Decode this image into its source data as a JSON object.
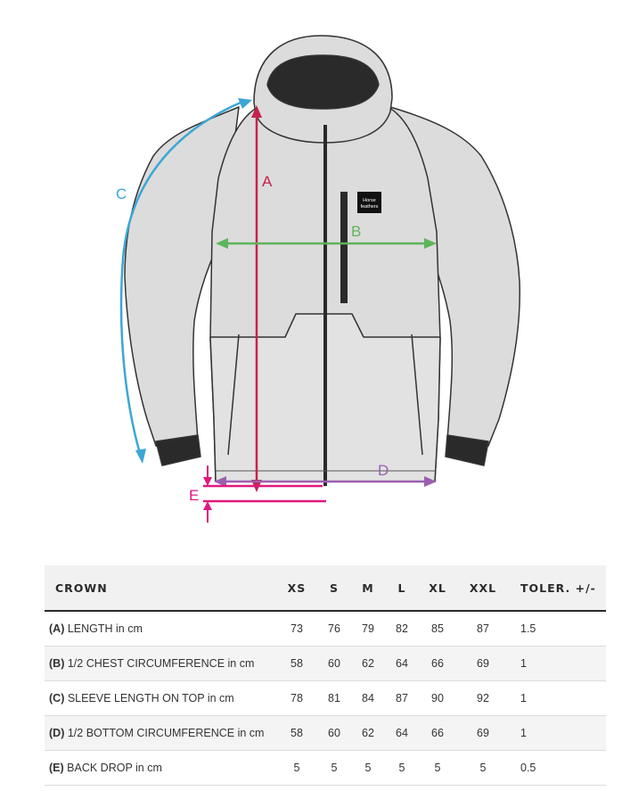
{
  "diagram": {
    "labels": {
      "a": "A",
      "b": "B",
      "c": "C",
      "d": "D",
      "e": "E"
    },
    "logo_line1": "Horse",
    "logo_line2": "feathers",
    "colors": {
      "a": "#c4234c",
      "b": "#5db55a",
      "c": "#3ba7d6",
      "d": "#9c5fb0",
      "e": "#e0197d"
    }
  },
  "table": {
    "headers": [
      "CROWN",
      "XS",
      "S",
      "M",
      "L",
      "XL",
      "XXL",
      "TOLER. +/-"
    ],
    "rows": [
      {
        "code": "(A)",
        "label": "LENGTH in cm",
        "values": [
          "73",
          "76",
          "79",
          "82",
          "85",
          "87"
        ],
        "tol": "1.5"
      },
      {
        "code": "(B)",
        "label": "1/2 CHEST CIRCUMFERENCE in cm",
        "values": [
          "58",
          "60",
          "62",
          "64",
          "66",
          "69"
        ],
        "tol": "1"
      },
      {
        "code": "(C)",
        "label": "SLEEVE LENGTH ON TOP in cm",
        "values": [
          "78",
          "81",
          "84",
          "87",
          "90",
          "92"
        ],
        "tol": "1"
      },
      {
        "code": "(D)",
        "label": "1/2 BOTTOM CIRCUMFERENCE in cm",
        "values": [
          "58",
          "60",
          "62",
          "64",
          "66",
          "69"
        ],
        "tol": "1"
      },
      {
        "code": "(E)",
        "label": "BACK DROP in cm",
        "values": [
          "5",
          "5",
          "5",
          "5",
          "5",
          "5"
        ],
        "tol": "0.5"
      }
    ]
  }
}
